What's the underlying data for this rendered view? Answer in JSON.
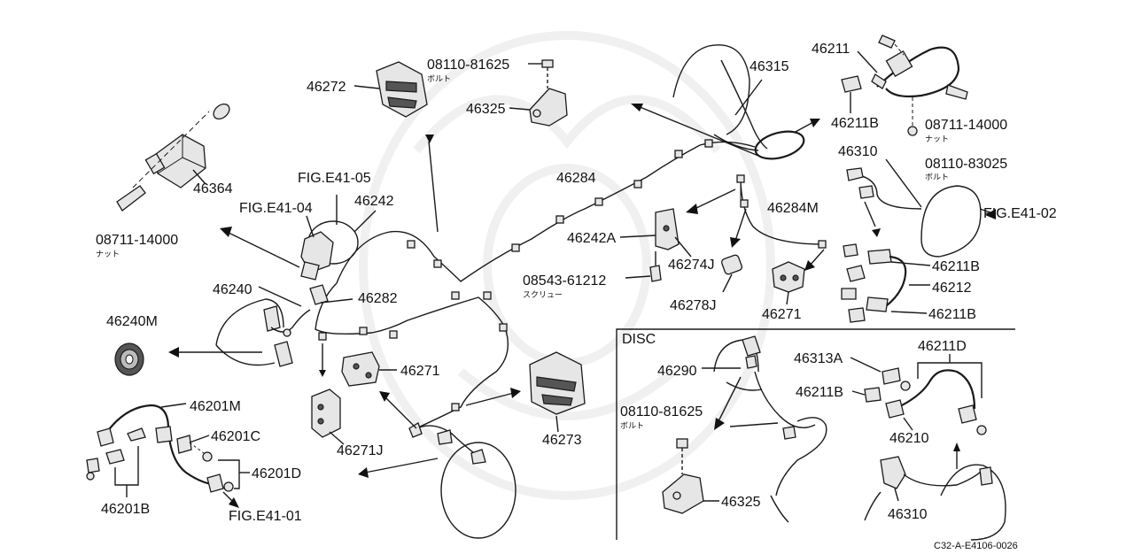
{
  "labels": {
    "p46272": "46272",
    "p08110_81625_top": "08110-81625",
    "bolt_top": "ボルト",
    "p46325_top": "46325",
    "p46315": "46315",
    "p46211": "46211",
    "p46211B_top": "46211B",
    "p08711_14000_right": "08711-14000",
    "nut_right": "ナット",
    "p08110_83025": "08110-83025",
    "bolt_right": "ボルト",
    "p46310_top": "46310",
    "fig_e41_02": "FIG.E41-02",
    "p46284": "46284",
    "p46284M": "46284M",
    "p46364": "46364",
    "fig_e41_05": "FIG.E41-05",
    "fig_e41_04": "FIG.E41-04",
    "p46242": "46242",
    "p08711_14000_left": "08711-14000",
    "nut_left": "ナット",
    "p46242A": "46242A",
    "p46274J": "46274J",
    "p08543_61212": "08543-61212",
    "screw": "スクリュー",
    "p46278J": "46278J",
    "p46271_right": "46271",
    "p46211B_r1": "46211B",
    "p46212": "46212",
    "p46211B_r2": "46211B",
    "p46240": "46240",
    "p46282": "46282",
    "p46240M": "46240M",
    "p46271_mid": "46271",
    "p46271J": "46271J",
    "p46273": "46273",
    "p46201M": "46201M",
    "p46201C": "46201C",
    "p46201D": "46201D",
    "p46201B": "46201B",
    "fig_e41_01": "FIG.E41-01",
    "disc": "DISC",
    "p46290": "46290",
    "p08110_81625_disc": "08110-81625",
    "bolt_disc": "ボルト",
    "p46325_disc": "46325",
    "p46313A": "46313A",
    "p46211D": "46211D",
    "p46211B_disc": "46211B",
    "p46210": "46210",
    "p46310_disc": "46310",
    "code": "C32-A-E4106-0026"
  }
}
